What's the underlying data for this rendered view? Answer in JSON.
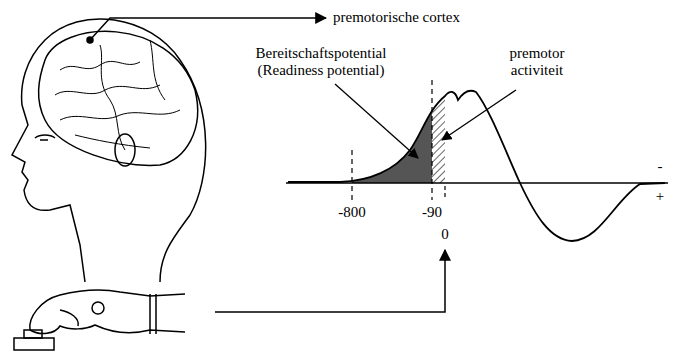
{
  "diagram": {
    "labels": [
      "premotorische cortex",
      "Bereitschaftspotential (Readiness potential)",
      "premotor activiteit",
      "-800",
      "-90",
      "0",
      "-",
      "+"
    ]
  }
}
